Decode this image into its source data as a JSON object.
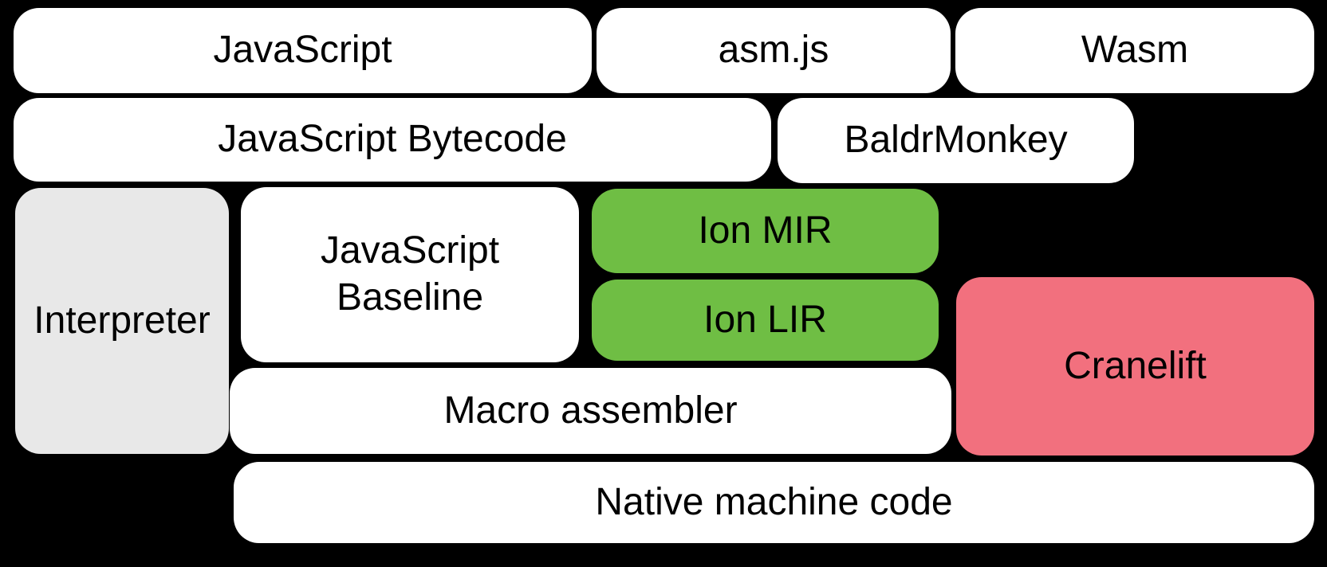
{
  "diagram": {
    "background_color": "#000000",
    "text_color": "#000000",
    "colors": {
      "box_white": "#FFFFFF",
      "box_gray": "#E8E8E8",
      "box_green": "#6FBE44",
      "box_pink": "#F2707E"
    },
    "nodes": {
      "javascript": {
        "label": "JavaScript"
      },
      "asmjs": {
        "label": "asm.js"
      },
      "wasm": {
        "label": "Wasm"
      },
      "bytecode": {
        "label": "JavaScript Bytecode"
      },
      "baldrmonkey": {
        "label": "BaldrMonkey"
      },
      "interpreter": {
        "label": "Interpreter"
      },
      "baseline": {
        "label": "JavaScript Baseline",
        "line1": "JavaScript",
        "line2": "Baseline"
      },
      "ion_mir": {
        "label": "Ion MIR"
      },
      "ion_lir": {
        "label": "Ion LIR"
      },
      "cranelift": {
        "label": "Cranelift"
      },
      "macro_assembler": {
        "label": "Macro assembler"
      },
      "native_machine_code": {
        "label": "Native machine code"
      }
    }
  }
}
